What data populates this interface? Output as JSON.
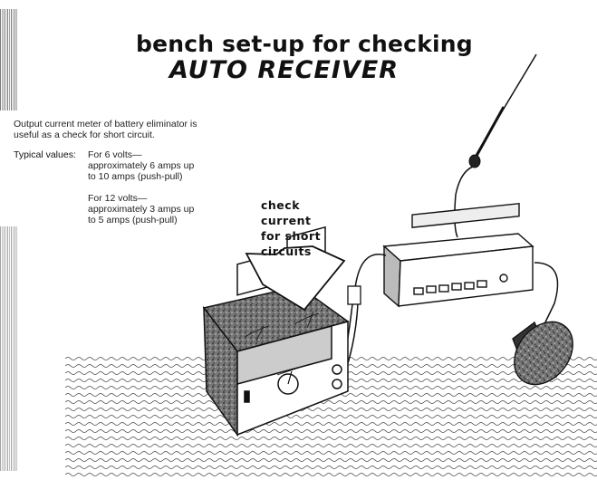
{
  "title": {
    "line1": "bench set-up for checking",
    "line2": "AUTO RECEIVER"
  },
  "notes": {
    "intro": "Output current meter of battery eliminator is useful as a check for short circuit.",
    "typical_label": "Typical values:",
    "typical_6v": "For 6 volts—approximately 6 amps up to 10 amps (push-pull)",
    "typical_12v": "For 12 volts—approximately 3 amps up to 5 amps (push-pull)"
  },
  "callout": "check\ncurrent\nfor short\ncircuits"
}
